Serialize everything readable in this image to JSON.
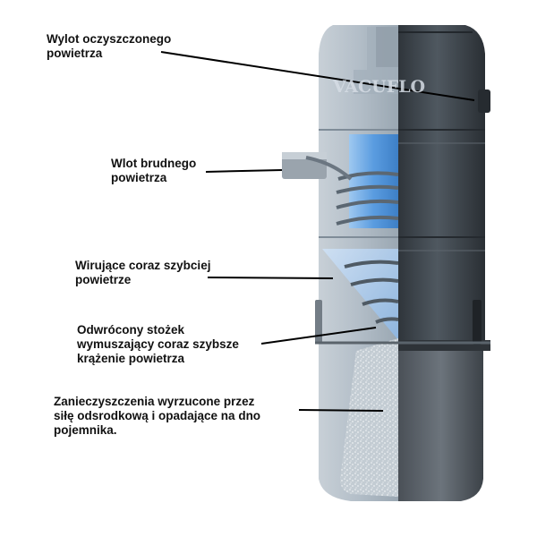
{
  "brand": {
    "name": "VACUFLO"
  },
  "colors": {
    "cutaway_light": "#bcc6ce",
    "cutaway_mid": "#98a6b2",
    "shell_dark": "#3e444b",
    "airflow_blue": "#4e92d6",
    "pointer_line": "#000000"
  },
  "labels": {
    "clean_air_outlet": "Wylot oczyszczonego\npowietrza",
    "dirty_air_inlet": "Wlot brudnego\npowietrza",
    "swirling_air": "Wirujące coraz szybciej\npowietrze",
    "inverted_cone": "Odwrócony stożek\nwymuszający coraz szybsze\nkrążenie powietrza",
    "debris": "Zanieczyszczenia wyrzucone przez\nsiłę odsrodkową i opadające na dno\npojemnika."
  }
}
